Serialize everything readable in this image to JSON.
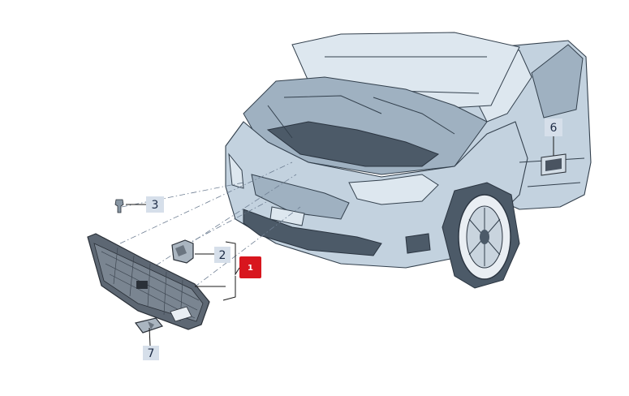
{
  "callouts": [
    {
      "id": "1",
      "label": "1",
      "active": true
    },
    {
      "id": "2",
      "label": "2",
      "active": false
    },
    {
      "id": "3",
      "label": "3",
      "active": false
    },
    {
      "id": "6",
      "label": "6",
      "active": false
    },
    {
      "id": "7",
      "label": "7",
      "active": false
    }
  ],
  "colors": {
    "callout_active": "#d8161e",
    "callout_default": "#d6dfea",
    "car_body": "#c3d2df"
  }
}
